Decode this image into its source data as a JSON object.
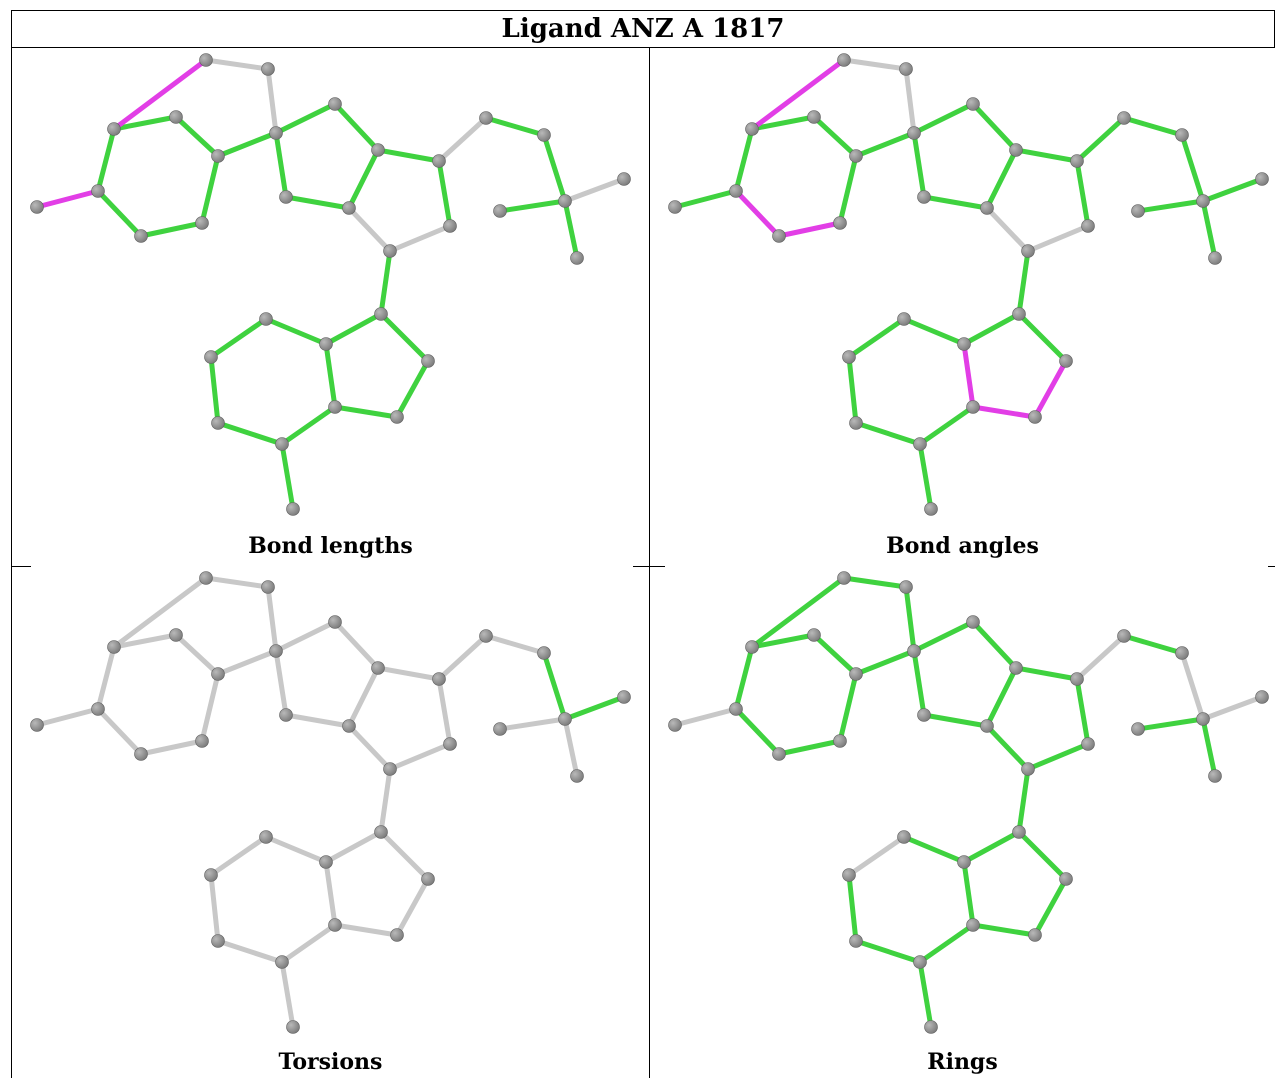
{
  "title": "Ligand ANZ A 1817",
  "colors": {
    "green": "#3fd23f",
    "magenta": "#e23ee6",
    "grey": "#c8c8c8",
    "atom": "#7a7a7a",
    "atomHi": "#b9b9b9"
  },
  "panels": [
    {
      "caption": "Bond lengths",
      "highlight": {
        "magenta": [
          [
            6,
            7
          ],
          [
            0,
            1
          ]
        ],
        "grey": [
          [
            7,
            8
          ],
          [
            8,
            9
          ],
          [
            13,
            14
          ],
          [
            16,
            17
          ],
          [
            14,
            15
          ],
          [
            19,
            20
          ]
        ]
      }
    },
    {
      "caption": "Bond angles",
      "highlight": {
        "magenta": [
          [
            1,
            2
          ],
          [
            2,
            3
          ],
          [
            6,
            7
          ],
          [
            24,
            25
          ],
          [
            25,
            26
          ],
          [
            26,
            27
          ]
        ],
        "grey": [
          [
            7,
            8
          ],
          [
            8,
            9
          ],
          [
            13,
            14
          ],
          [
            14,
            15
          ],
          [
            21,
            22
          ],
          [
            22,
            23
          ],
          [
            24,
            30
          ]
        ]
      }
    },
    {
      "caption": "Torsions",
      "highlight": {
        "green": [
          [
            18,
            19
          ],
          [
            19,
            20
          ],
          [
            20,
            21
          ]
        ]
      }
    },
    {
      "caption": "Rings",
      "highlight": {
        "grey": [
          [
            0,
            1
          ],
          [
            18,
            19
          ],
          [
            19,
            20
          ],
          [
            20,
            21
          ],
          [
            21,
            22
          ],
          [
            21,
            23
          ],
          [
            21,
            24
          ],
          [
            16,
            17
          ],
          [
            28,
            29
          ]
        ]
      }
    }
  ]
}
